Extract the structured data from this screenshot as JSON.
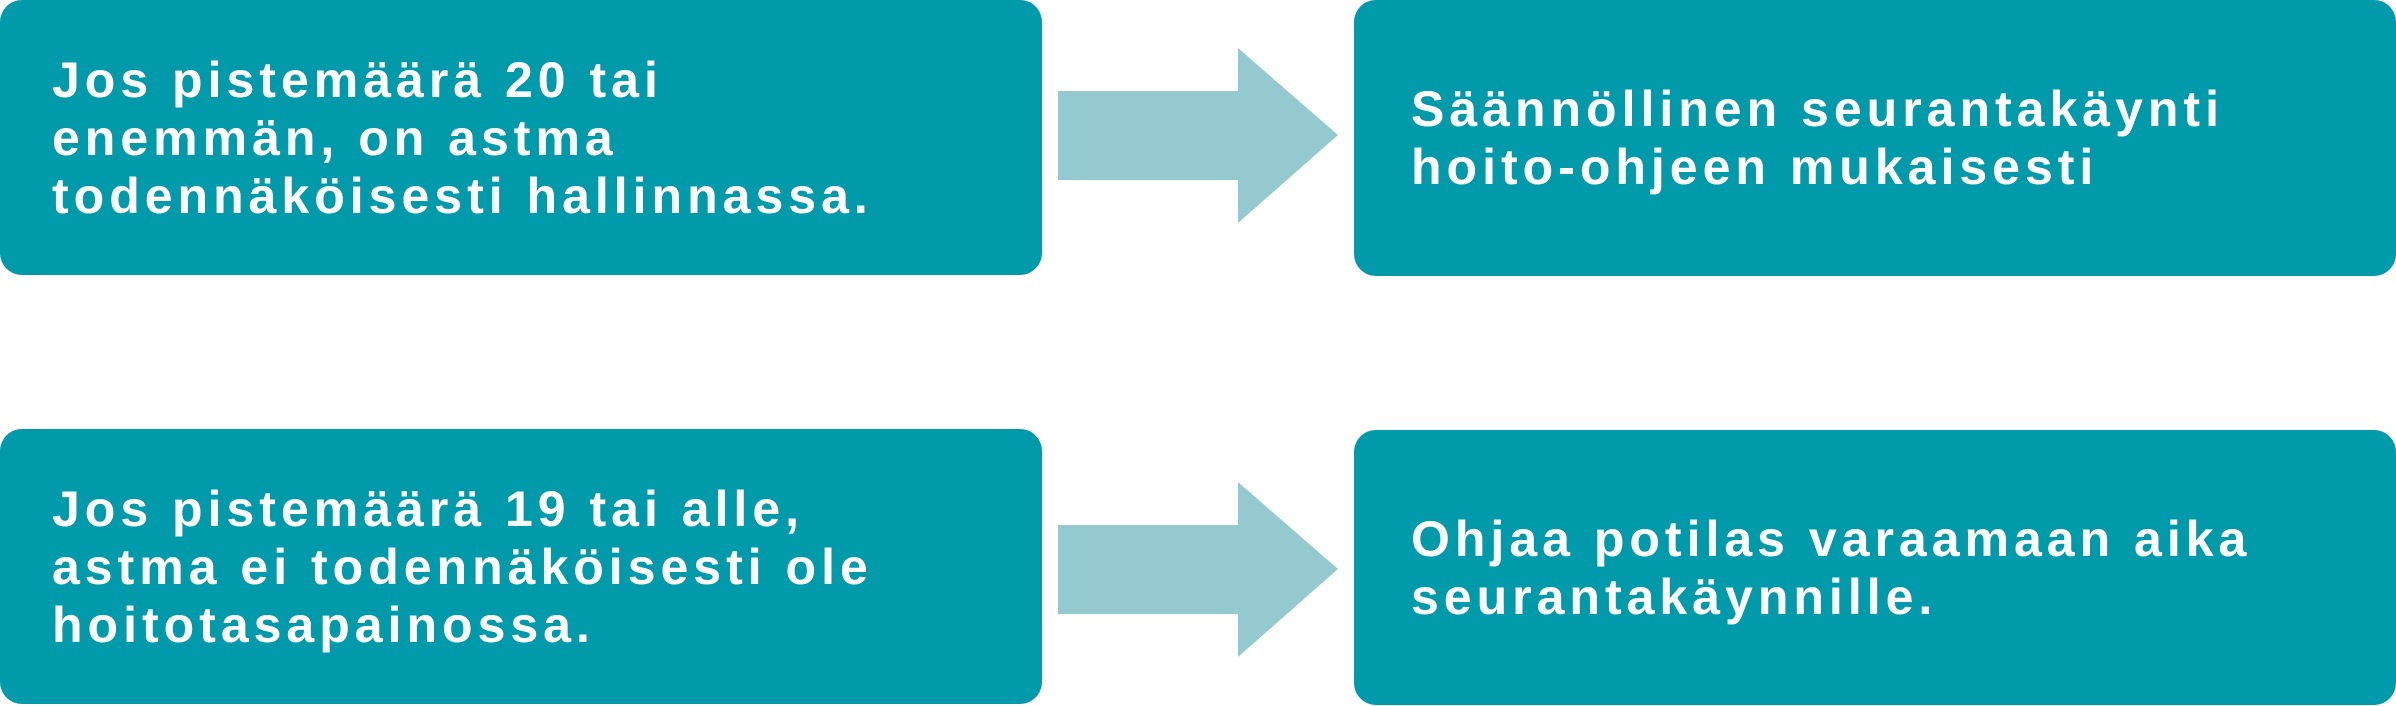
{
  "rows": [
    {
      "condition": "Jos pistemäärä 20 tai\nenemmän, on astma\ntodennäköisesti hallinnassa.",
      "action": "Säännöllinen seurantakäynti\nhoito-ohjeen mukaisesti"
    },
    {
      "condition": "Jos pistemäärä 19 tai alle,\nastma ei todennäköisesti ole\nhoitotasapainossa.",
      "action": "Ohjaa potilas varaamaan aika\nseurantakäynnille."
    }
  ],
  "colors": {
    "box": "#009aab",
    "arrow": "#94c9d0",
    "text": "#ffffff"
  }
}
